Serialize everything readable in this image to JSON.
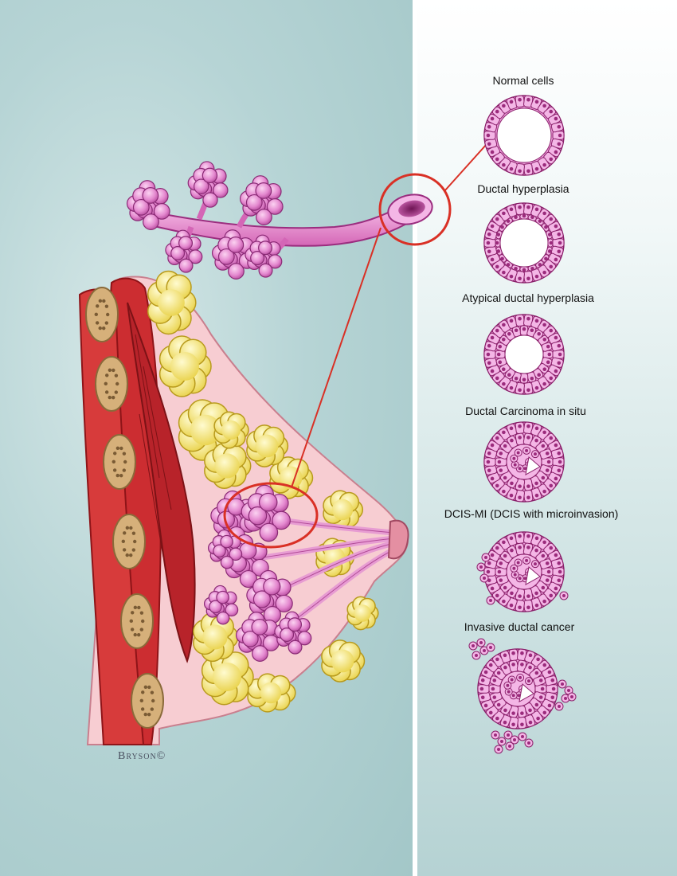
{
  "stages": [
    {
      "label": "Normal cells",
      "type": "normal"
    },
    {
      "label": "Ductal hyperplasia",
      "type": "hyperplasia"
    },
    {
      "label": "Atypical ductal hyperplasia",
      "type": "atypical"
    },
    {
      "label": "Ductal Carcinoma in situ",
      "type": "dcis"
    },
    {
      "label": "DCIS-MI (DCIS with microinvasion)",
      "type": "dcis-mi"
    },
    {
      "label": "Invasive ductal cancer",
      "type": "invasive"
    }
  ],
  "credit": "Bryson©",
  "colors": {
    "cell_fill": "#f4b6e6",
    "cell_stroke": "#8a1f6a",
    "nucleus": "#9b2b7c",
    "highlight_circle": "#d93025",
    "muscle": "#c8262b",
    "fat": "#f3e46b",
    "rib": "#d6b07a",
    "lobule": "#e07ac8"
  }
}
